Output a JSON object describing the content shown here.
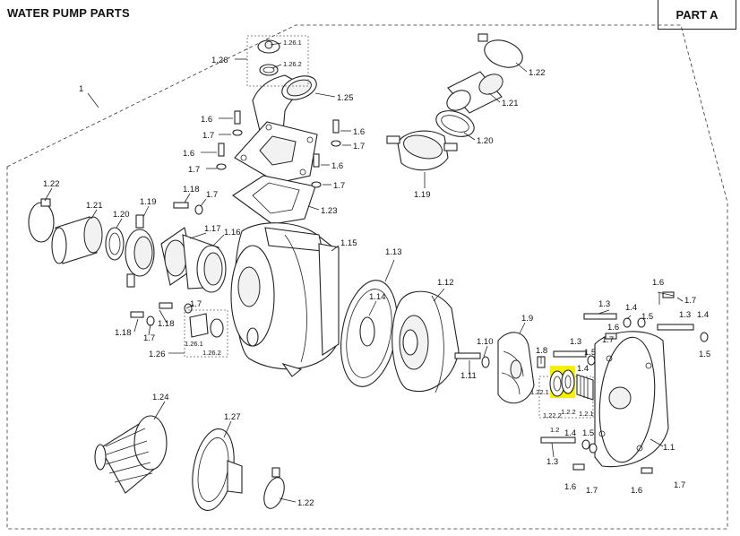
{
  "header": {
    "title": "WATER PUMP PARTS",
    "part": "PART A"
  },
  "highlight_color": "#f4f000",
  "callouts": {
    "c1": "1",
    "c1_26_top": "1.26",
    "c1_26_1_top": "1.26.1",
    "c1_26_2_top": "1.26.2",
    "c1_25": "1.25",
    "c1_22_top": "1.22",
    "c1_21_top": "1.21",
    "c1_20_top": "1.20",
    "c1_19_top": "1.19",
    "c1_6_a": "1.6",
    "c1_7_a": "1.7",
    "c1_6_b": "1.6",
    "c1_7_b": "1.7",
    "c1_6_c": "1.6",
    "c1_7_c": "1.7",
    "c1_6_d": "1.6",
    "c1_7_d": "1.7",
    "c1_23": "1.23",
    "c1_22_left": "1.22",
    "c1_21_left": "1.21",
    "c1_20_left": "1.20",
    "c1_19_left": "1.19",
    "c1_18_a": "1.18",
    "c1_7_e": "1.7",
    "c1_17": "1.17",
    "c1_16": "1.16",
    "c1_15": "1.15",
    "c1_13": "1.13",
    "c1_14": "1.14",
    "c1_12": "1.12",
    "c1_7_f": "1.7",
    "c1_18_b": "1.18",
    "c1_18_c": "1.18",
    "c1_7_g": "1.7",
    "c1_26_bottom": "1.26",
    "c1_26_1_bottom": "1.26.1",
    "c1_26_2_bottom": "1.26.2",
    "c1_9": "1.9",
    "c1_10": "1.10",
    "c1_11": "1.11",
    "c1_8": "1.8",
    "c1_22_1": "1.22.1",
    "c1_22_2": "1.22.2",
    "c1_2_1": "1.2.1",
    "c1_2_2": "1.2.2",
    "c1_2_mid": "1.2",
    "c1_3_a": "1.3",
    "c1_5_a": "1.5",
    "c1_4_a": "1.4",
    "c1_3_b": "1.3",
    "c1_4_b": "1.4",
    "c1_5_b": "1.5",
    "c1_6_e": "1.6",
    "c1_7_h": "1.7",
    "c1_6_f": "1.6",
    "c1_7_i": "1.7",
    "c1_3_c": "1.3",
    "c1_4_c": "1.4",
    "c1_5_c": "1.5",
    "c1_1": "1.1",
    "c1_3_d": "1.3",
    "c1_4_d": "1.4",
    "c1_5_d": "1.5",
    "c1_6_g": "1.6",
    "c1_7_j": "1.7",
    "c1_6_h": "1.6",
    "c1_7_k": "1.7",
    "c1_24": "1.24",
    "c1_27": "1.27",
    "c1_22_bottom": "1.22"
  }
}
